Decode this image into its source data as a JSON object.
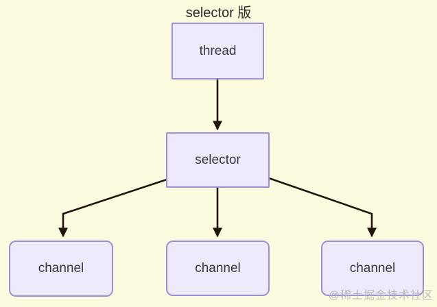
{
  "title": "selector 版",
  "diagram": {
    "nodes": {
      "thread": {
        "label": "thread"
      },
      "selector": {
        "label": "selector"
      },
      "channel1": {
        "label": "channel"
      },
      "channel2": {
        "label": "channel"
      },
      "channel3": {
        "label": "channel"
      }
    },
    "edges": [
      {
        "from": "thread",
        "to": "selector"
      },
      {
        "from": "selector",
        "to": "channel1"
      },
      {
        "from": "selector",
        "to": "channel2"
      },
      {
        "from": "selector",
        "to": "channel3"
      }
    ]
  },
  "watermark": "@稀土掘金技术社区",
  "colors": {
    "background": "#fdfbdf",
    "node_fill": "#eceafb",
    "node_border": "#9e8ed6",
    "arrow": "#20150a",
    "node_text": "#3a3943",
    "title_text": "#2b2a26",
    "watermark": "#b1afb4"
  }
}
